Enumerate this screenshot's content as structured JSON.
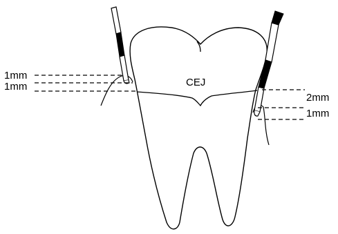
{
  "labels": {
    "cej": "CEJ",
    "left_upper": "1mm",
    "left_lower": "1mm",
    "right_upper": "2mm",
    "right_lower": "1mm"
  },
  "colors": {
    "stroke": "#000000",
    "background": "#ffffff"
  }
}
